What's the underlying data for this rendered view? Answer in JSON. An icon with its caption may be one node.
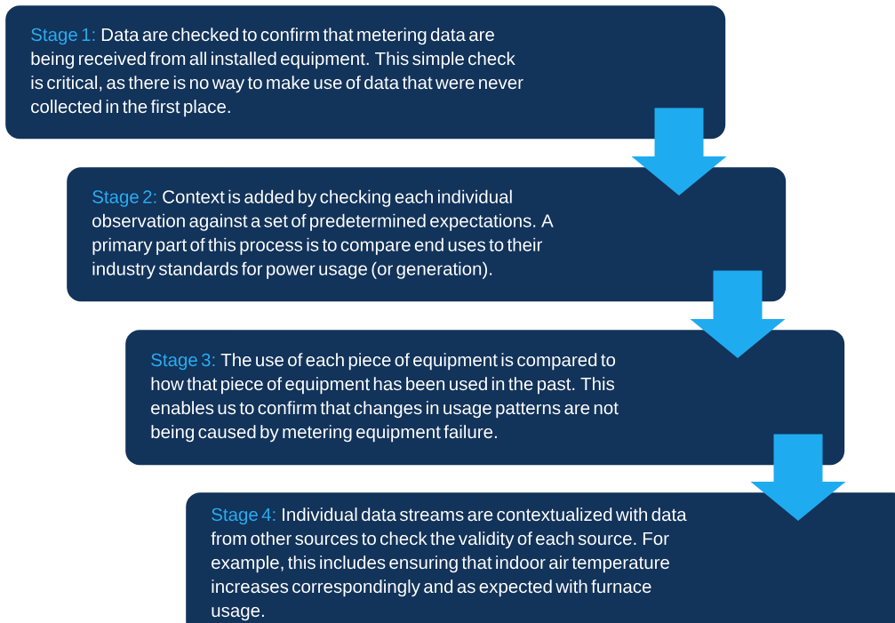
{
  "diagram": {
    "nodes": [
      {
        "text": [
          "Stage 1:",
          "Data are checked to confirm that metering data are being received from all installed equipment. This simple check is critical, as there is no way to make use of data that were never collected in the first place."
        ]
      },
      {
        "text": [
          "Stage 2:",
          "Context is added by checking each individual observation against a set of predetermined expectations. A primary part of this process is to compare end uses to their industry standards for power usage (or generation)."
        ]
      },
      {
        "text": [
          "Stage 3:",
          "The use of each piece of equipment is compared to how that piece of equipment has been used in the past. This enables us to confirm that changes in usage patterns are not being caused by metering equipment failure."
        ]
      },
      {
        "text": [
          "Stage 4:",
          "Individual data streams are contextualized with data from other sources to check the validity of each source. For example, this includes ensuring that indoor air temperature increases correspondingly and as expected with furnace usage."
        ]
      }
    ],
    "edges": [
      {
        "from": 0,
        "to": 1,
        "arrow": "to"
      },
      {
        "from": 1,
        "to": 2,
        "arrow": "to"
      },
      {
        "from": 2,
        "to": 3,
        "arrow": "to"
      }
    ]
  }
}
